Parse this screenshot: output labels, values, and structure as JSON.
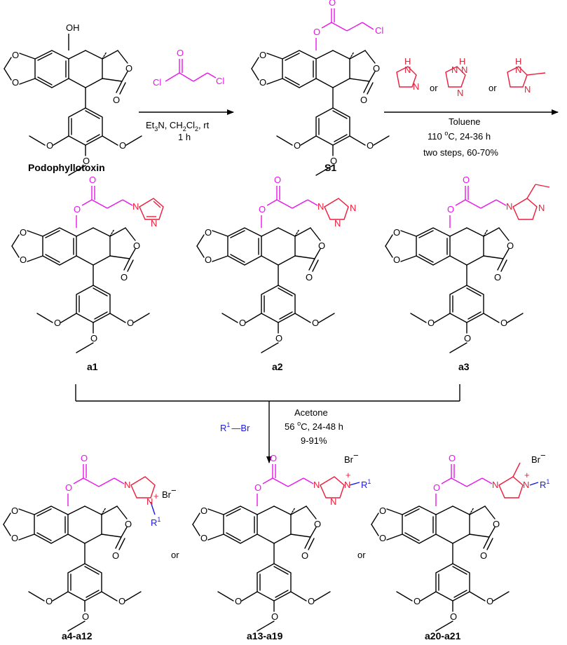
{
  "colors": {
    "ink": "#000000",
    "acyl": "#e815e8",
    "heterocycle": "#ee1c3a",
    "alkyl": "#1a1ae6"
  },
  "atoms": {
    "O": "O",
    "OH": "OH",
    "Cl": "Cl",
    "N": "N",
    "H": "H",
    "R1": "R",
    "R1_sup": "1",
    "Br": "Br",
    "Br_anion": "Br",
    "minus": "−",
    "plus": "+"
  },
  "compounds": {
    "podophyllotoxin": "Podophyllotoxin",
    "s1": "S1",
    "a1": "a1",
    "a2": "a2",
    "a3": "a3",
    "range1": "a4-a12",
    "range2": "a13-a19",
    "range3": "a20-a21"
  },
  "step1": {
    "reagent_line_pre": "Et",
    "reagent_sub1": "3",
    "reagent_mid": "N, CH",
    "reagent_sub2": "2",
    "reagent_mid2": "Cl",
    "reagent_sub3": "2",
    "reagent_post": ", rt",
    "time": "1 h"
  },
  "step2": {
    "or1": "or",
    "or2": "or",
    "solvent": "Toluene",
    "temp_pre": "110 ",
    "temp_sup": "o",
    "temp_post": "C, 24-36 h",
    "yield": "two steps, 60-70%"
  },
  "step3": {
    "reagent_r": "R",
    "reagent_sup": "1",
    "reagent_br": "Br",
    "solvent": "Acetone",
    "temp_pre": "56 ",
    "temp_sup": "o",
    "temp_post": "C, 24-48 h",
    "yield": "9-91%"
  },
  "separators": {
    "or_a": "or",
    "or_b": "or"
  }
}
